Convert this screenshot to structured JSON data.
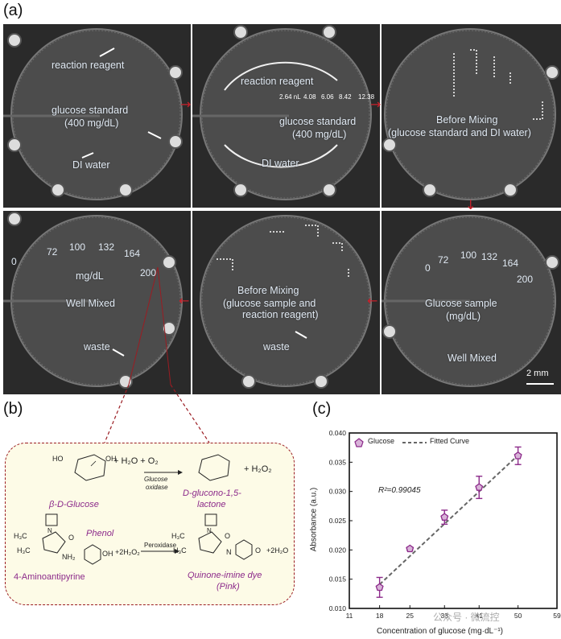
{
  "panels": {
    "a": "(a)",
    "b": "(b)",
    "c": "(c)"
  },
  "chip1": {
    "reagent": "reaction reagent",
    "standard_line1": "glucose standard",
    "standard_line2": "(400 mg/dL)",
    "water": "DI water"
  },
  "chip2": {
    "reagent": "reaction reagent",
    "standard_line1": "glucose standard",
    "standard_line2": "(400 mg/dL)",
    "water": "DI water",
    "volumes": [
      "2.64 nL",
      "4.08",
      "6.06",
      "8.42",
      "12.38"
    ]
  },
  "chip3": {
    "line1": "Before Mixing",
    "line2": "(glucose standard and DI water)"
  },
  "chip4": {
    "numbers": [
      "0",
      "72",
      "100",
      "132",
      "164",
      "200"
    ],
    "unit": "mg/dL",
    "mixed": "Well Mixed",
    "waste": "waste"
  },
  "chip5": {
    "line1": "Before Mixing",
    "line2": "(glucose sample and",
    "line3": "reaction reagent)",
    "waste": "waste"
  },
  "chip6": {
    "numbers": [
      "0",
      "72",
      "100",
      "132",
      "164",
      "200"
    ],
    "sample_line1": "Glucose sample",
    "sample_line2": "(mg/dL)",
    "mixed": "Well Mixed",
    "scale": "2 mm"
  },
  "reaction": {
    "glucose": "β-D-Glucose",
    "reactants1": "+ H₂O + O₂",
    "enzyme1_line1": "Glucose",
    "enzyme1_line2": "oxidase",
    "product1_line1": "D-glucono-1,5-",
    "product1_line2": "lactone",
    "byproduct1": "+ H₂O₂",
    "phenol": "Phenol",
    "reactants2": "+2H₂O₂",
    "enzyme2": "Peroxidase",
    "byproduct2": "+2H₂O",
    "aap": "4-Aminoantipyrine",
    "dye_line1": "Quinone-imine dye",
    "dye_line2": "(Pink)",
    "atom_h3c_a": "H₃C",
    "atom_h3c_b": "H₃C",
    "atom_n": "N",
    "atom_o": "O",
    "atom_nh2": "NH₂",
    "atom_h3c_c": "H₃C",
    "atom_h3c_d": "H₃C",
    "atom_n2": "N",
    "atom_o2": "O",
    "atom_n3": "N",
    "atom_o3": "O",
    "atom_oh": "OH",
    "atom_ho": "HO"
  },
  "chart_data": {
    "type": "scatter",
    "series": [
      {
        "name": "Glucose",
        "x": [
          18,
          25,
          33,
          41,
          50
        ],
        "y": [
          0.0136,
          0.0202,
          0.0256,
          0.0307,
          0.0361
        ],
        "err": [
          0.0017,
          0.0003,
          0.0012,
          0.0019,
          0.0015
        ]
      },
      {
        "name": "Fitted Curve",
        "x": [
          18,
          50
        ],
        "y": [
          0.0141,
          0.0362
        ]
      }
    ],
    "annotation": "R²=0.99045",
    "xlabel": "Concentration of glucose (mg·dL⁻¹)",
    "ylabel": "Absorbance (a.u.)",
    "xticks": [
      "11",
      "18",
      "25",
      "33",
      "41",
      "50",
      "59"
    ],
    "xtick_values": [
      11,
      18,
      25,
      33,
      41,
      50,
      59
    ],
    "yticks": [
      "0.010",
      "0.015",
      "0.020",
      "0.025",
      "0.030",
      "0.035",
      "0.040"
    ],
    "xlim": [
      11,
      59
    ],
    "ylim": [
      0.01,
      0.04
    ],
    "legend": "top-left",
    "marker_color": "#8c2a8a",
    "line_color": "#666666"
  },
  "watermark": "公众号 · 微流控"
}
